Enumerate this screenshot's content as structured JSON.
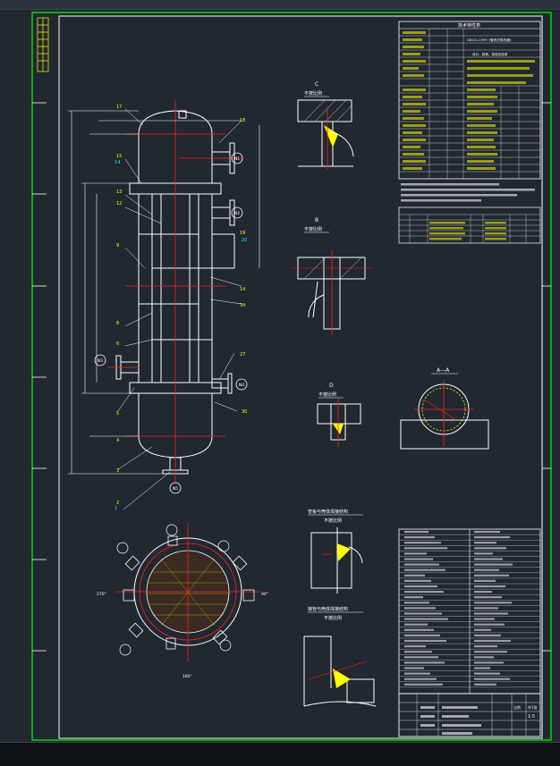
{
  "drawing": {
    "tech_title": "技术特性表",
    "tech_rows": [
      "GB151-1999《管壳式换热器》",
      "设计、制造、检验及验收"
    ],
    "section_c": "C",
    "scale_note": "不按比例",
    "section_aa": "A—A",
    "weld_title_1": "管板与壳体焊接结构",
    "weld_title_2": "接管与壳体焊接结构",
    "nozzles": [
      "N1",
      "N2",
      "N3",
      "N4",
      "N5"
    ],
    "scale_label": "比例",
    "scale_value": "1:5",
    "sheet_label": "共1张",
    "colors": {
      "bg": "#212830",
      "line": "#ffffff",
      "frame": "#00ff00",
      "center": "#ff2020",
      "accent": "#00ffff",
      "highlight": "#ffff00"
    }
  }
}
